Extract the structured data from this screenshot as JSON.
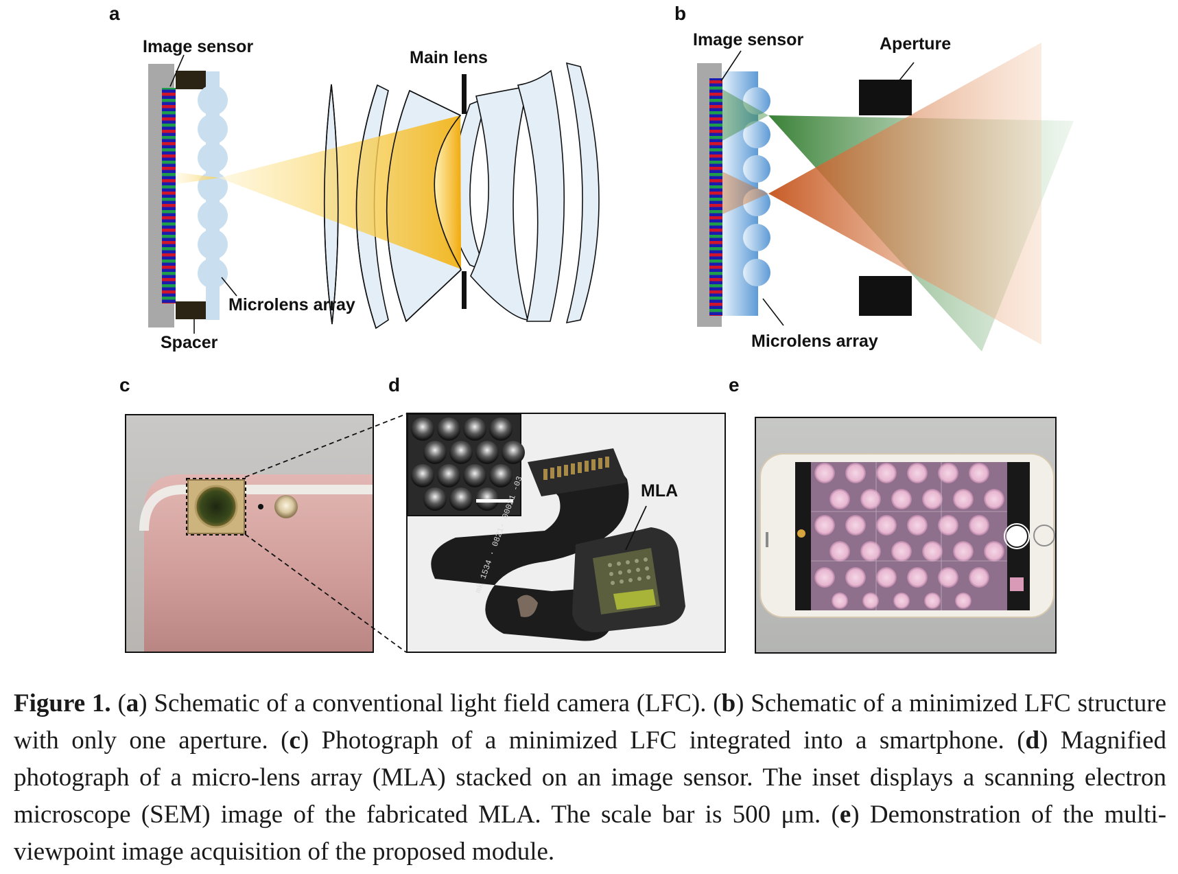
{
  "panels": {
    "a": {
      "letter": "a",
      "labels": {
        "image_sensor": "Image sensor",
        "main_lens": "Main lens",
        "microlens_array": "Microlens array",
        "spacer": "Spacer"
      }
    },
    "b": {
      "letter": "b",
      "labels": {
        "image_sensor": "Image sensor",
        "aperture": "Aperture",
        "microlens_array": "Microlens array"
      }
    },
    "c": {
      "letter": "c"
    },
    "d": {
      "letter": "d",
      "mla_label": "MLA",
      "flex_text": "mk 1534 · 0821- 00021 -03"
    },
    "e": {
      "letter": "e"
    }
  },
  "caption": {
    "fig": "Figure 1.",
    "a_letter": "a",
    "a_text": "Schematic of a conventional light field camera (LFC).",
    "b_letter": "b",
    "b_text": "Schematic of a minimized LFC structure with only one aperture.",
    "c_letter": "c",
    "c_text": "Photograph of a minimized LFC integrated into a smartphone.",
    "d_letter": "d",
    "d_text": "Magnified photograph of a micro-lens array (MLA) stacked on an image sensor. The inset displays a scanning electron microscope (SEM) image of the fabricated MLA. The scale bar is 500 μm.",
    "e_letter": "e",
    "e_text": "Demonstration of the multi-viewpoint image acquisition of the proposed module."
  },
  "colors": {
    "sensor_gray": "#a8a8a8",
    "microlens_blue": "#c9dff0",
    "lens_fill": "#e3eef7",
    "spacer": "#2b2414",
    "yellow_beam": "#f6c12a",
    "green_beam": "#3f8a3a",
    "orange_beam": "#d2691e"
  }
}
